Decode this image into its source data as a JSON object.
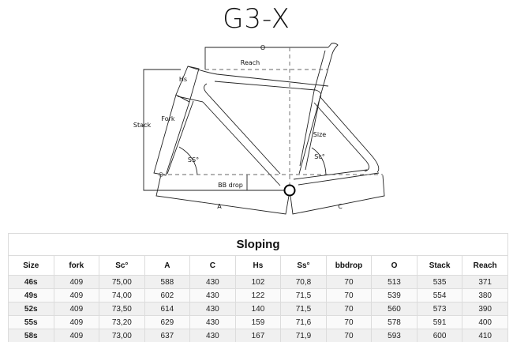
{
  "title": "G3-X",
  "diagram": {
    "labels": {
      "o": "O",
      "reach": "Reach",
      "hs": "Hs",
      "fork": "Fork",
      "stack": "Stack",
      "size": "Size",
      "ss": "SS°",
      "sc": "Sc°",
      "bb_drop": "BB drop",
      "a": "A",
      "c": "C"
    }
  },
  "table": {
    "caption": "Sloping",
    "columns": [
      "Size",
      "fork",
      "Sc°",
      "A",
      "C",
      "Hs",
      "Ss°",
      "bbdrop",
      "O",
      "Stack",
      "Reach"
    ],
    "rows": [
      [
        "46s",
        "409",
        "75,00",
        "588",
        "430",
        "102",
        "70,8",
        "70",
        "513",
        "535",
        "371"
      ],
      [
        "49s",
        "409",
        "74,00",
        "602",
        "430",
        "122",
        "71,5",
        "70",
        "539",
        "554",
        "380"
      ],
      [
        "52s",
        "409",
        "73,50",
        "614",
        "430",
        "140",
        "71,5",
        "70",
        "560",
        "573",
        "390"
      ],
      [
        "55s",
        "409",
        "73,20",
        "629",
        "430",
        "159",
        "71,6",
        "70",
        "578",
        "591",
        "400"
      ],
      [
        "58s",
        "409",
        "73,00",
        "637",
        "430",
        "167",
        "71,9",
        "70",
        "593",
        "600",
        "410"
      ]
    ]
  }
}
